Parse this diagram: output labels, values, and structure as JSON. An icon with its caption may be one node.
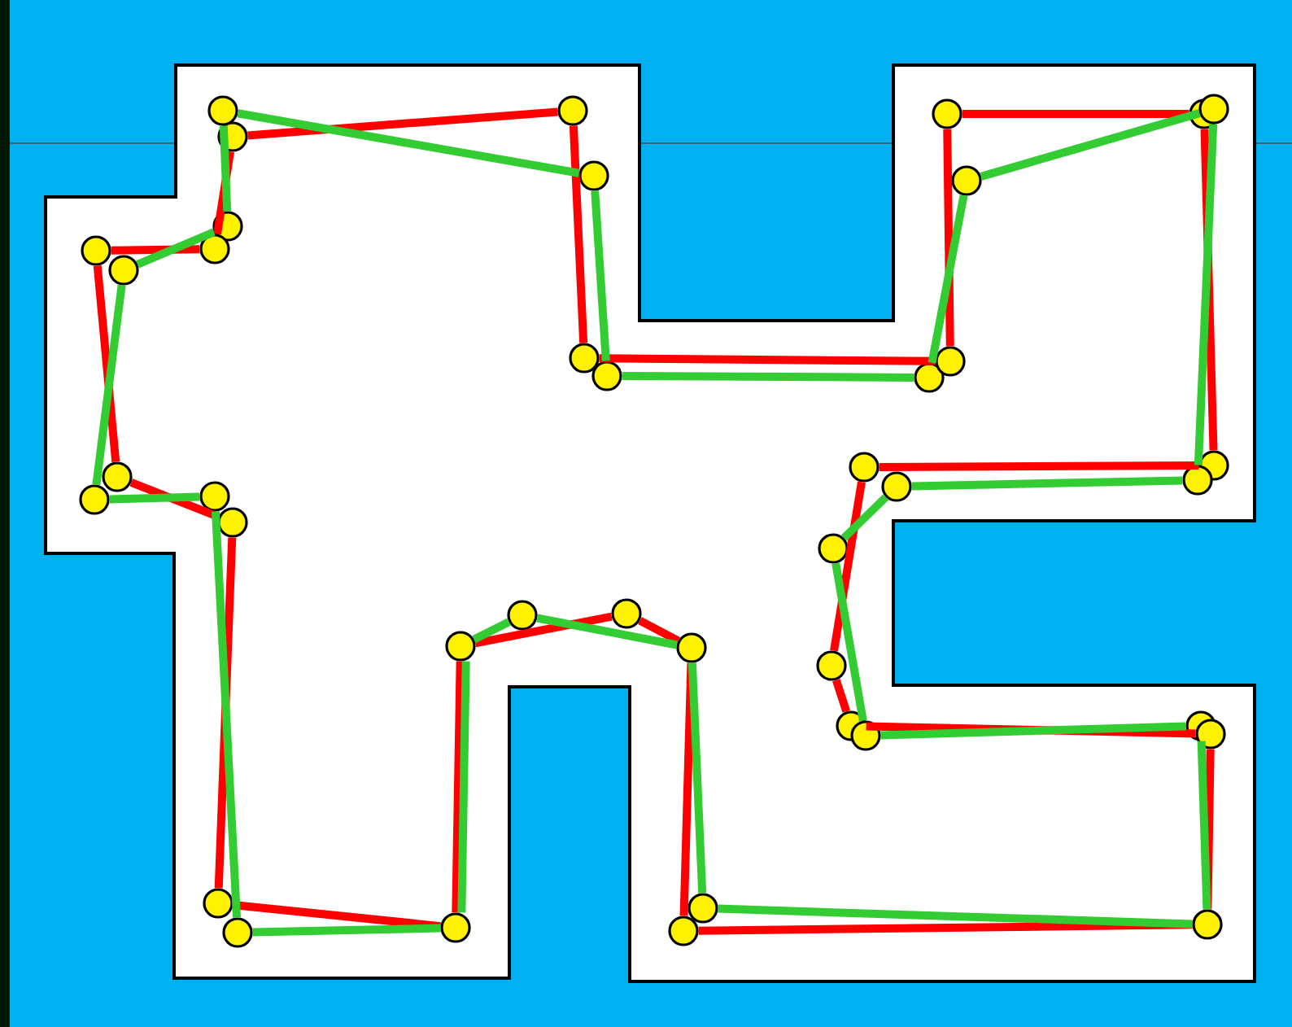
{
  "diagram": {
    "nodes": [
      {
        "text": [],
        "shape": "circle"
      },
      {
        "text": [],
        "shape": "circle"
      },
      {
        "text": [],
        "shape": "circle"
      },
      {
        "text": [],
        "shape": "circle"
      },
      {
        "text": [],
        "shape": "circle"
      },
      {
        "text": [],
        "shape": "circle"
      },
      {
        "text": [],
        "shape": "circle"
      },
      {
        "text": [],
        "shape": "circle"
      },
      {
        "text": [],
        "shape": "circle"
      },
      {
        "text": [],
        "shape": "circle"
      },
      {
        "text": [],
        "shape": "circle"
      },
      {
        "text": [],
        "shape": "circle"
      },
      {
        "text": [],
        "shape": "circle"
      },
      {
        "text": [],
        "shape": "circle"
      },
      {
        "text": [],
        "shape": "circle"
      },
      {
        "text": [],
        "shape": "circle"
      },
      {
        "text": [],
        "shape": "circle"
      },
      {
        "text": [],
        "shape": "circle"
      },
      {
        "text": [],
        "shape": "circle"
      },
      {
        "text": [],
        "shape": "circle"
      },
      {
        "text": [],
        "shape": "circle"
      },
      {
        "text": [],
        "shape": "circle"
      },
      {
        "text": [],
        "shape": "circle"
      },
      {
        "text": [],
        "shape": "circle"
      },
      {
        "text": [],
        "shape": "circle"
      },
      {
        "text": [],
        "shape": "circle"
      },
      {
        "text": [],
        "shape": "circle"
      },
      {
        "text": [],
        "shape": "circle"
      },
      {
        "text": [],
        "shape": "circle"
      },
      {
        "text": [],
        "shape": "circle"
      },
      {
        "text": [],
        "shape": "circle"
      },
      {
        "text": [],
        "shape": "circle"
      },
      {
        "text": [],
        "shape": "circle"
      },
      {
        "text": [],
        "shape": "circle"
      },
      {
        "text": [],
        "shape": "circle"
      },
      {
        "text": [],
        "shape": "circle"
      },
      {
        "text": [],
        "shape": "circle"
      },
      {
        "text": [],
        "shape": "circle"
      },
      {
        "text": [],
        "shape": "circle"
      },
      {
        "text": [],
        "shape": "circle"
      }
    ],
    "edges": [
      {
        "from": 1,
        "to": 2,
        "arrow": "none",
        "color": "#ff0000"
      },
      {
        "from": 2,
        "to": 4,
        "arrow": "none",
        "color": "#ff0000"
      },
      {
        "from": 4,
        "to": 7,
        "arrow": "none",
        "color": "#ff0000"
      },
      {
        "from": 7,
        "to": 8,
        "arrow": "none",
        "color": "#ff0000"
      },
      {
        "from": 8,
        "to": 10,
        "arrow": "none",
        "color": "#ff0000"
      },
      {
        "from": 10,
        "to": 16,
        "arrow": "none",
        "color": "#ff0000"
      },
      {
        "from": 16,
        "to": 18,
        "arrow": "none",
        "color": "#ff0000"
      },
      {
        "from": 18,
        "to": 29,
        "arrow": "none",
        "color": "#ff0000"
      },
      {
        "from": 29,
        "to": 30,
        "arrow": "none",
        "color": "#ff0000"
      },
      {
        "from": 30,
        "to": 33,
        "arrow": "none",
        "color": "#ff0000"
      },
      {
        "from": 33,
        "to": 39,
        "arrow": "none",
        "color": "#ff0000"
      },
      {
        "from": 39,
        "to": 38,
        "arrow": "none",
        "color": "#ff0000"
      },
      {
        "from": 38,
        "to": 28,
        "arrow": "none",
        "color": "#ff0000"
      },
      {
        "from": 28,
        "to": 25,
        "arrow": "none",
        "color": "#ff0000"
      },
      {
        "from": 25,
        "to": 27,
        "arrow": "none",
        "color": "#ff0000"
      },
      {
        "from": 27,
        "to": 36,
        "arrow": "none",
        "color": "#ff0000"
      },
      {
        "from": 36,
        "to": 34,
        "arrow": "none",
        "color": "#ff0000"
      },
      {
        "from": 34,
        "to": 23,
        "arrow": "none",
        "color": "#ff0000"
      },
      {
        "from": 23,
        "to": 21,
        "arrow": "none",
        "color": "#ff0000"
      },
      {
        "from": 21,
        "to": 13,
        "arrow": "none",
        "color": "#ff0000"
      },
      {
        "from": 13,
        "to": 15,
        "arrow": "none",
        "color": "#ff0000"
      },
      {
        "from": 15,
        "to": 1,
        "arrow": "none",
        "color": "#ff0000"
      },
      {
        "from": 0,
        "to": 3,
        "arrow": "none",
        "color": "#33cc33"
      },
      {
        "from": 3,
        "to": 5,
        "arrow": "none",
        "color": "#33cc33"
      },
      {
        "from": 5,
        "to": 6,
        "arrow": "none",
        "color": "#33cc33"
      },
      {
        "from": 6,
        "to": 9,
        "arrow": "none",
        "color": "#33cc33"
      },
      {
        "from": 9,
        "to": 11,
        "arrow": "none",
        "color": "#33cc33"
      },
      {
        "from": 11,
        "to": 17,
        "arrow": "none",
        "color": "#33cc33"
      },
      {
        "from": 17,
        "to": 19,
        "arrow": "none",
        "color": "#33cc33"
      },
      {
        "from": 19,
        "to": 24,
        "arrow": "none",
        "color": "#33cc33"
      },
      {
        "from": 24,
        "to": 32,
        "arrow": "none",
        "color": "#33cc33"
      },
      {
        "from": 32,
        "to": 31,
        "arrow": "none",
        "color": "#33cc33"
      },
      {
        "from": 31,
        "to": 39,
        "arrow": "none",
        "color": "#33cc33"
      },
      {
        "from": 39,
        "to": 37,
        "arrow": "none",
        "color": "#33cc33"
      },
      {
        "from": 37,
        "to": 28,
        "arrow": "none",
        "color": "#33cc33"
      },
      {
        "from": 28,
        "to": 26,
        "arrow": "none",
        "color": "#33cc33"
      },
      {
        "from": 26,
        "to": 27,
        "arrow": "none",
        "color": "#33cc33"
      },
      {
        "from": 27,
        "to": 36,
        "arrow": "none",
        "color": "#33cc33"
      },
      {
        "from": 36,
        "to": 35,
        "arrow": "none",
        "color": "#33cc33"
      },
      {
        "from": 35,
        "to": 22,
        "arrow": "none",
        "color": "#33cc33"
      },
      {
        "from": 22,
        "to": 20,
        "arrow": "none",
        "color": "#33cc33"
      },
      {
        "from": 20,
        "to": 14,
        "arrow": "none",
        "color": "#33cc33"
      },
      {
        "from": 14,
        "to": 12,
        "arrow": "none",
        "color": "#33cc33"
      },
      {
        "from": 12,
        "to": 0,
        "arrow": "none",
        "color": "#33cc33"
      }
    ]
  }
}
